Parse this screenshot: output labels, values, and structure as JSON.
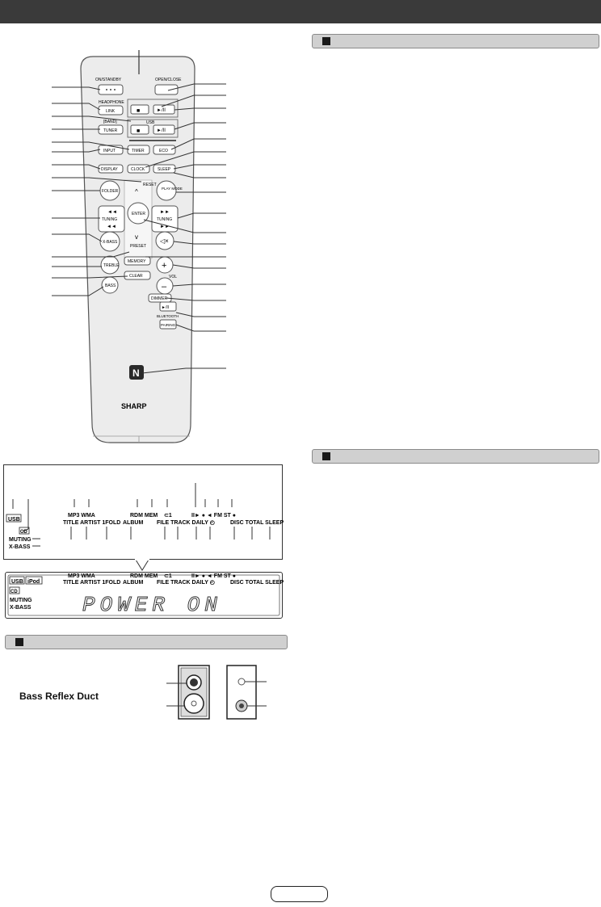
{
  "remote": {
    "on_standby": "ON/STANDBY",
    "open_close": "OPEN/CLOSE",
    "headphone": "HEADPHONE",
    "link": "LINK",
    "band": "[BAND]",
    "tuner": "TUNER",
    "usb": "USB",
    "input": "INPUT",
    "timer": "TIMER",
    "eco": "ECO",
    "display": "DISPLAY",
    "clock": "CLOCK",
    "sleep": "SLEEP",
    "reset": "RESET",
    "folder": "FOLDER",
    "play_mode": "PLAY MODE",
    "tuning": "TUNING",
    "enter": "ENTER",
    "x_bass": "X-BASS",
    "preset": "PRESET",
    "treble": "TREBLE",
    "memory": "MEMORY",
    "vol": "VOL",
    "clear": "CLEAR",
    "bass": "BASS",
    "dimmer": "DIMMER",
    "bluetooth": "BLUETOOTH",
    "pairing": "PAIRING",
    "brand": "SHARP",
    "stop_sym": "■",
    "play_pause_sym": "►/II",
    "plus_sym": "+",
    "minus_sym": "–",
    "mute_sym": "🔇"
  },
  "display_diagram": {
    "usb": "USB",
    "ipod": "iPod",
    "row1": "MP3 WMA",
    "rdm_mem": "RDM MEM",
    "repeat": "⊂1",
    "play_indicators": "II► ● ◄ FM ST ●",
    "cd": "CD",
    "row2_left": "TITLE ARTIST 1FOLD",
    "album": "ALBUM",
    "file_track": "FILE TRACK DAILY ◴",
    "disc_total": "DISC TOTAL SLEEP",
    "muting": "MUTING",
    "xbass": "X-BASS",
    "message": "POWER  ON"
  },
  "speaker": {
    "duct_label": "Bass Reflex Duct"
  }
}
